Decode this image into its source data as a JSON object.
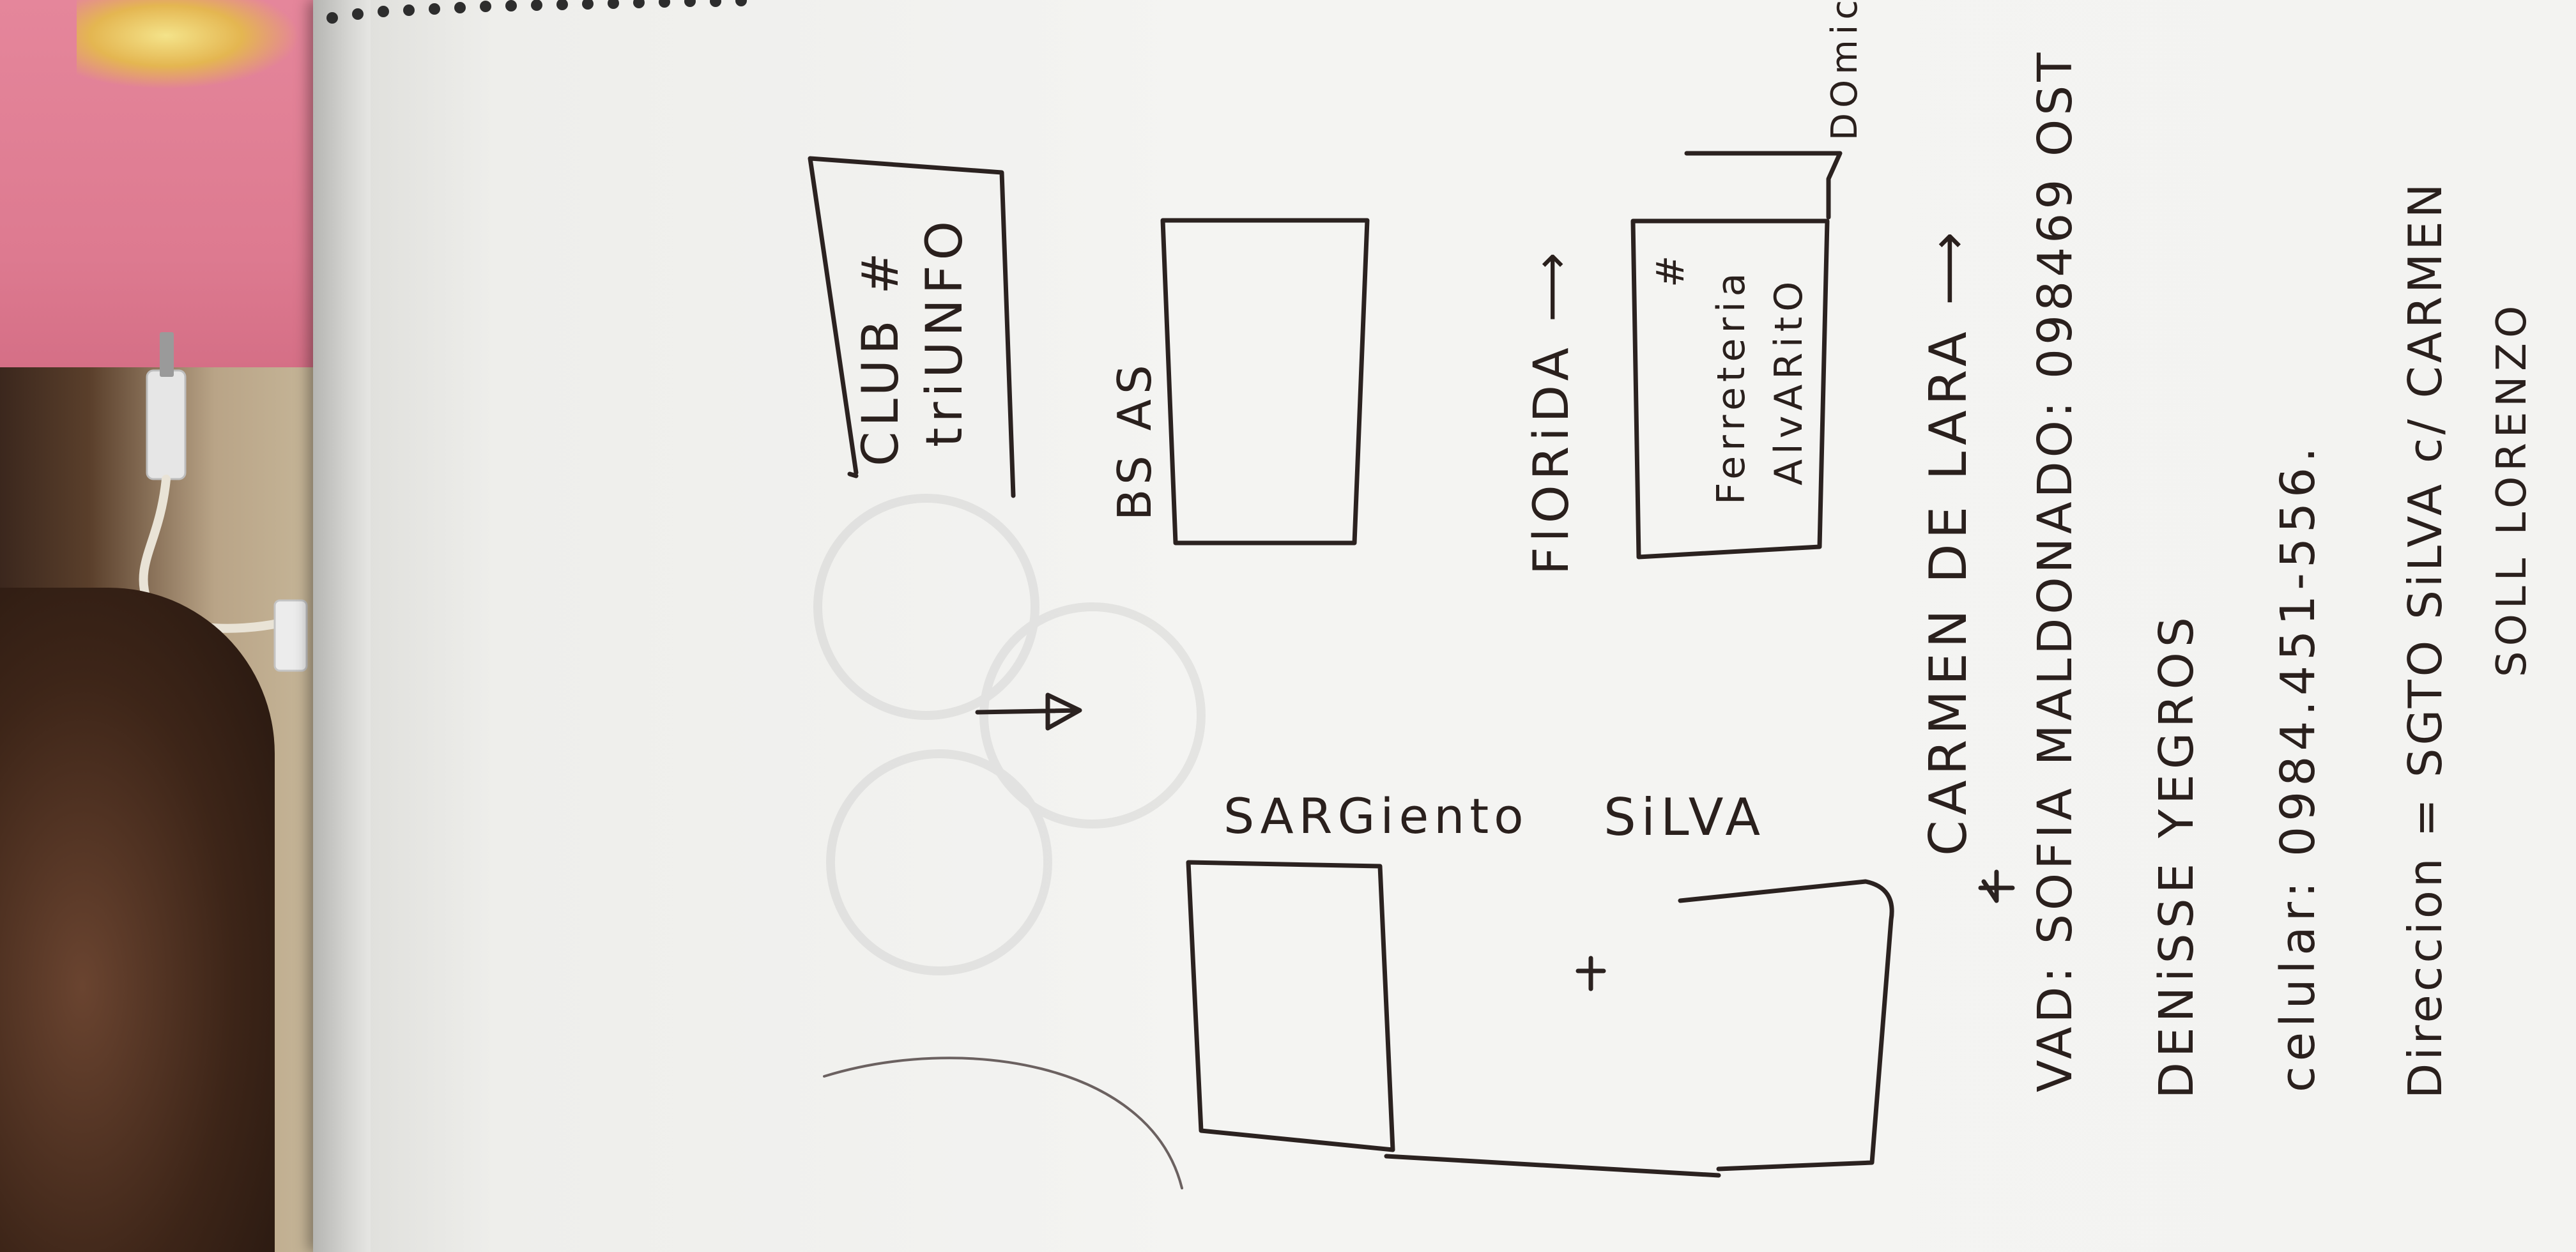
{
  "colors": {
    "ink": "#2b2220",
    "paper": "#f3f3f1",
    "folder_pink": "#e5869b"
  },
  "sketch": {
    "club_label_line1": "CLUB #",
    "club_label_line2": "triUNFO",
    "street_bs_as": "BS AS",
    "street_sargento": "SARGiento",
    "street_silva": "SiLVA",
    "street_florida": "FlORiDA ⟶",
    "domicilio_label": "DOmici",
    "ferreteria_line1": "#",
    "ferreteria_line2": "Ferreteria",
    "ferreteria_line3": "AlvARitO",
    "carmen_label": "CARMEN DE LARA ⟶",
    "vad_line": "VAD: SOFIA MALDONADO: 098469 OST",
    "denisse_line": "DENiSSE YEGROS",
    "celular_line": "celular: 0984.451-556.",
    "direccion_line": "Direccion = SGTO SiLVA c/ CARMEN",
    "solo_line": "SOLL LORENZO"
  }
}
